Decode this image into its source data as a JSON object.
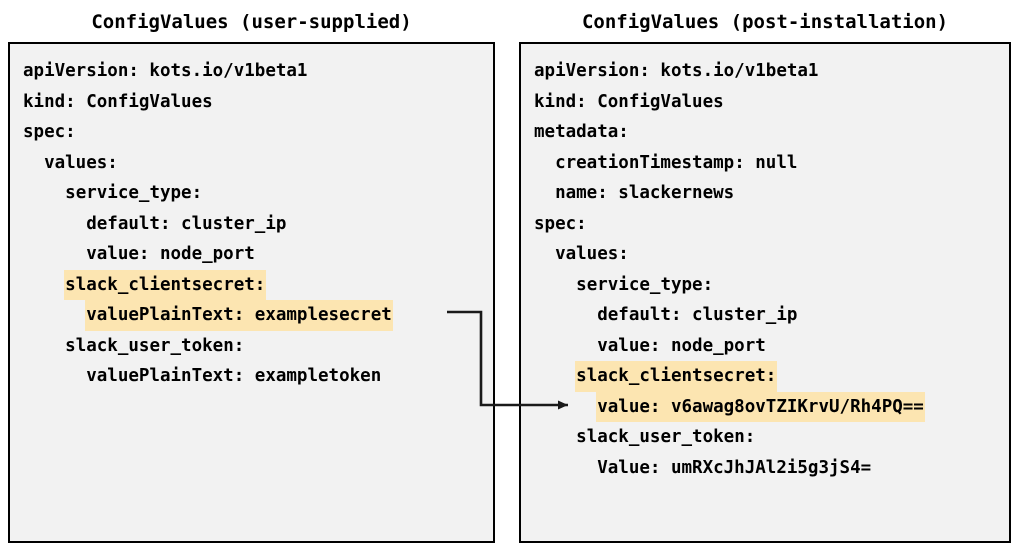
{
  "colors": {
    "highlight": "#fce5b1",
    "panel_bg": "#f2f2f2",
    "border": "#000000",
    "text": "#000000"
  },
  "panels": {
    "left": {
      "title": "ConfigValues (user-supplied)",
      "lines": [
        {
          "indent": 0,
          "text": "apiVersion: kots.io/v1beta1",
          "highlight": false
        },
        {
          "indent": 0,
          "text": "kind: ConfigValues",
          "highlight": false
        },
        {
          "indent": 0,
          "text": "spec:",
          "highlight": false
        },
        {
          "indent": 1,
          "text": "values:",
          "highlight": false
        },
        {
          "indent": 2,
          "text": "service_type:",
          "highlight": false
        },
        {
          "indent": 3,
          "text": "default: cluster_ip",
          "highlight": false
        },
        {
          "indent": 3,
          "text": "value: node_port",
          "highlight": false
        },
        {
          "indent": 2,
          "text": "slack_clientsecret:",
          "highlight": true
        },
        {
          "indent": 3,
          "text": "valuePlainText: examplesecret",
          "highlight": true
        },
        {
          "indent": 2,
          "text": "slack_user_token:",
          "highlight": false
        },
        {
          "indent": 3,
          "text": "valuePlainText: exampletoken",
          "highlight": false
        }
      ]
    },
    "right": {
      "title": "ConfigValues (post-installation)",
      "lines": [
        {
          "indent": 0,
          "text": "apiVersion: kots.io/v1beta1",
          "highlight": false
        },
        {
          "indent": 0,
          "text": "kind: ConfigValues",
          "highlight": false
        },
        {
          "indent": 0,
          "text": "metadata:",
          "highlight": false
        },
        {
          "indent": 1,
          "text": "creationTimestamp: null",
          "highlight": false
        },
        {
          "indent": 1,
          "text": "name: slackernews",
          "highlight": false
        },
        {
          "indent": 0,
          "text": "spec:",
          "highlight": false
        },
        {
          "indent": 1,
          "text": "values:",
          "highlight": false
        },
        {
          "indent": 2,
          "text": "service_type:",
          "highlight": false
        },
        {
          "indent": 3,
          "text": "default: cluster_ip",
          "highlight": false
        },
        {
          "indent": 3,
          "text": "value: node_port",
          "highlight": false
        },
        {
          "indent": 2,
          "text": "slack_clientsecret:",
          "highlight": true
        },
        {
          "indent": 3,
          "text": "value: v6awag8ovTZIKrvU/Rh4PQ==",
          "highlight": true
        },
        {
          "indent": 2,
          "text": "slack_user_token:",
          "highlight": false
        },
        {
          "indent": 3,
          "text": "Value: umRXcJhJAl2i5g3jS4=",
          "highlight": false
        }
      ]
    }
  },
  "connector": {
    "label": "secret-transform-arrow",
    "from_line": "valuePlainText: examplesecret",
    "to_line": "value: v6awag8ovTZIKrvU/Rh4PQ=="
  }
}
